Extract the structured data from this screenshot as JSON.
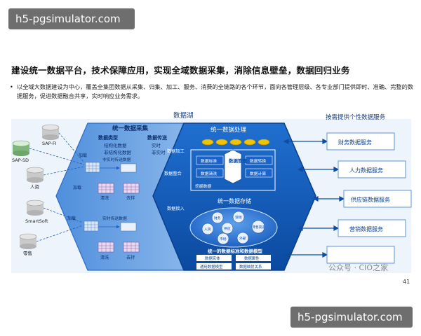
{
  "watermark": {
    "top": "h5-pgsimulator.com",
    "bottom": "h5-pgsimulator.com"
  },
  "headline": "建设统一数据平台，技术保障应用，实现全域数据采集，消除信息壁垒，数据回归业务",
  "intro": {
    "bullet": "•",
    "text": "以全域大数据建设为中心，覆盖全集团数据从采集、归集、加工、服务、消费的全链路的各个环节，面向各管理层级、各专业部门提供即时、准确、完整的数据服务，促进数据融合共享，实时响应业务需求。"
  },
  "diagram": {
    "lake_label": "数据湖",
    "sources": [
      "SAP-FI",
      "SAP-SD",
      "人资",
      "SmartSoft",
      "零售"
    ],
    "collect": {
      "title": "统一数据采集",
      "types_title": "数据类型",
      "types": [
        "结构化数据",
        "非结构化数据"
      ],
      "transfer_title": "数据传送",
      "transfer": [
        "实时",
        "非实时"
      ],
      "load_labels": [
        "加载",
        "加载",
        "加载"
      ],
      "top_stream": "非实时传送数据",
      "bottom_stream": "实时传送数据",
      "clean": [
        "清洗",
        "清洗"
      ],
      "dedupe": [
        "去拌",
        "去拌"
      ]
    },
    "process": {
      "title": "统一数据处理",
      "side_process": "数据加工",
      "side_integrate": "数据整合",
      "side_ingest": "数据接入",
      "boxes": [
        "数据标准",
        "数据清洗",
        "数据转换",
        "数据计算"
      ],
      "core": "数据管理",
      "mining": "挖掘数据"
    },
    "storage": {
      "title": "统一数据存储",
      "circles": [
        "财务",
        "营销",
        "人资",
        "供应",
        "市场",
        "外部",
        "零售渠道"
      ],
      "base": "统一的数据标准和数据模型",
      "tags": [
        "数据实体",
        "数据属性",
        "通用数据模型",
        "数据映射关系"
      ]
    },
    "services_title": "按需提供个性数据服务",
    "services": [
      "财务数据服务",
      "人力数据服务",
      "供应链数据服务",
      "营销数据服务",
      ""
    ]
  },
  "footer": {
    "brand": "公众号 · CIO之家",
    "page": "41"
  },
  "colors": {
    "blue_dark": "#0c4da2",
    "blue_mid": "#3b7fd6",
    "blue_light": "#a8c8ee",
    "yellow": "#f2c400"
  }
}
